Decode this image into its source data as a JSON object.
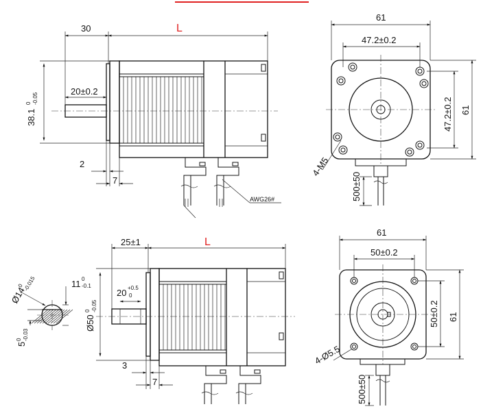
{
  "colors": {
    "line": "#111111",
    "accent": "#e02020",
    "background": "#ffffff"
  },
  "top_side": {
    "dim_shaft_len": "30",
    "dim_body_len": "L",
    "dim_flat": "20±0.2",
    "dim_pilot_main": "38.1",
    "dim_pilot_sup": "0",
    "dim_pilot_sub": "-0.05",
    "dim_flange": "2",
    "dim_pilot_depth": "7",
    "wire_label": "AWG26#"
  },
  "top_front": {
    "dim_width": "61",
    "dim_hole_spacing": "47.2±0.2",
    "dim_hole_spacing_v": "47.2±0.2",
    "dim_height": "61",
    "dim_holes": "4-M5",
    "dim_lead": "500±50"
  },
  "bottom_shaft": {
    "dim_diameter_main": "Ø14",
    "dim_diameter_sup": "0",
    "dim_diameter_sub": "-0.015",
    "dim_flat_main": "11",
    "dim_flat_sup": "0",
    "dim_flat_sub": "-0.1",
    "dim_key_main": "5",
    "dim_key_sup": "0",
    "dim_key_sub": "-0.03"
  },
  "bottom_side": {
    "dim_shaft_len": "25±1",
    "dim_body_len": "L",
    "dim_key_main": "20",
    "dim_key_sup": "+0.5",
    "dim_key_sub": "0",
    "dim_pilot_main": "Ø50",
    "dim_pilot_sup": "0",
    "dim_pilot_sub": "-0.05",
    "dim_flange": "3",
    "dim_pilot_depth": "7"
  },
  "bottom_front": {
    "dim_width": "61",
    "dim_hole_spacing": "50±0.2",
    "dim_hole_spacing_v": "50±0.2",
    "dim_height": "61",
    "dim_holes": "4-Ø5.5",
    "dim_lead": "500±50"
  }
}
